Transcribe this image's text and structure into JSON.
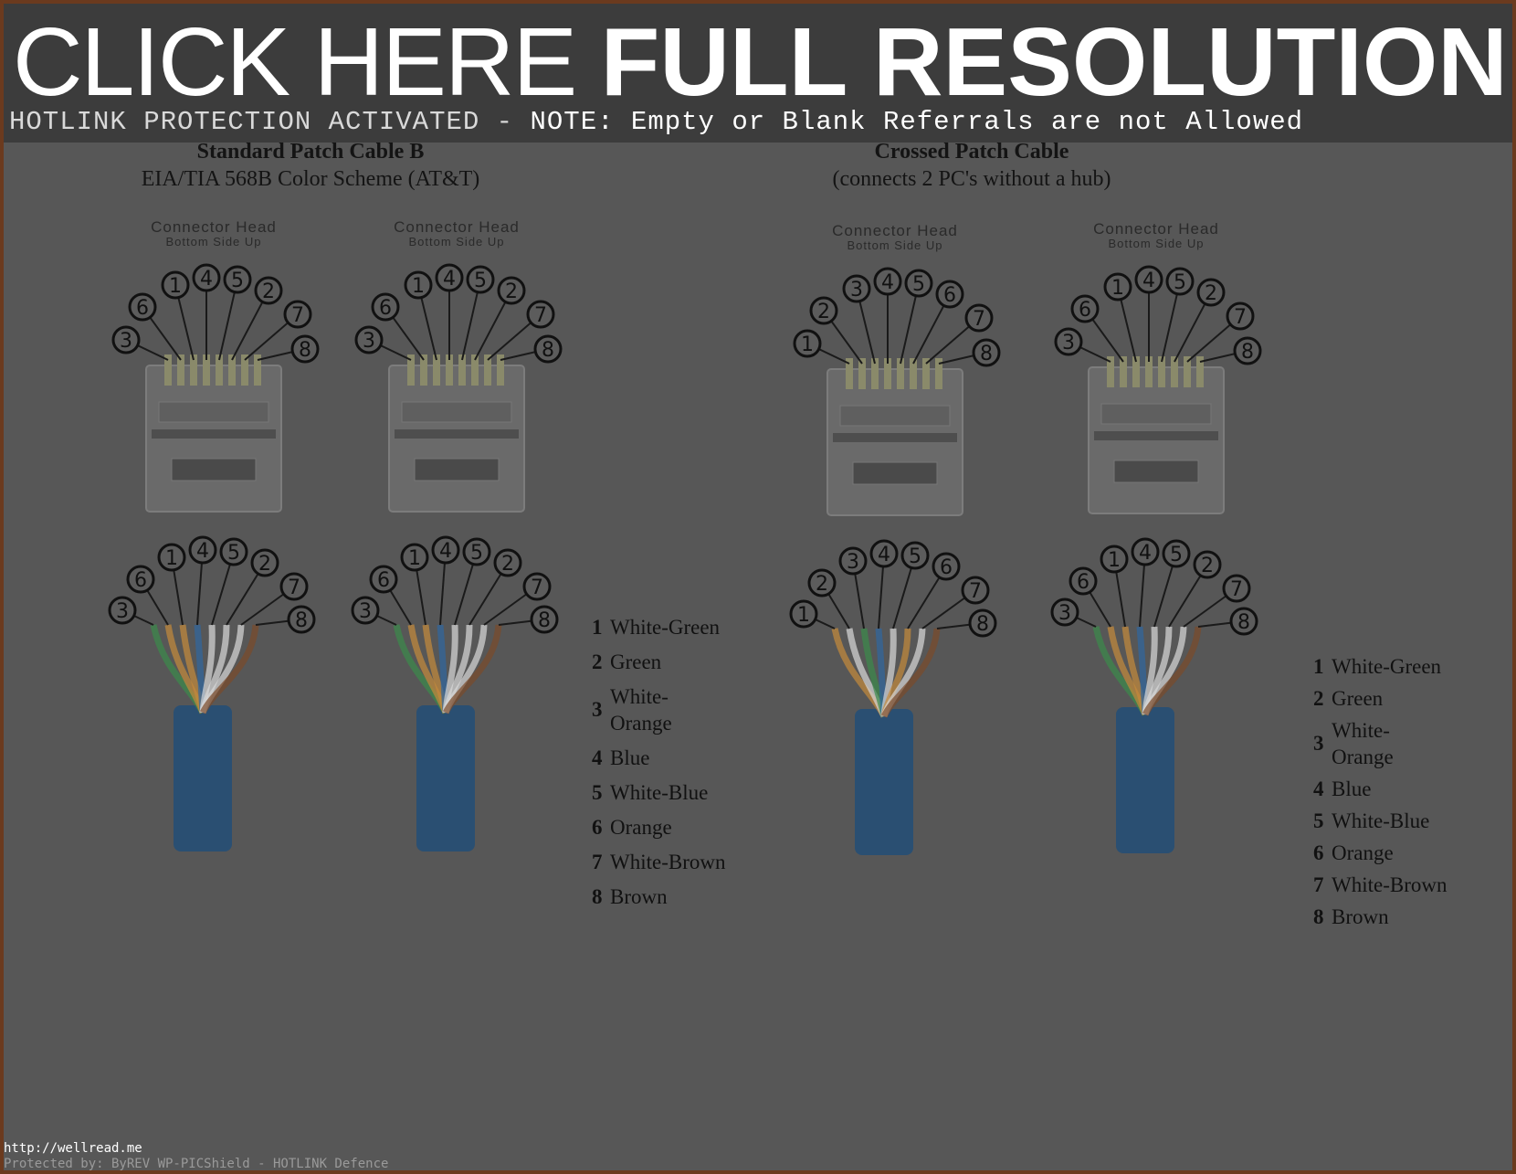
{
  "banner": {
    "title_regular": "CLICK HERE ",
    "title_bold": "FULL RESOLUTION",
    "subtitle_a": "HOTLINK PROTECTION ACTIVATED - ",
    "subtitle_note": "NOTE:",
    "subtitle_b": " Empty or Blank Referrals are not Allowed"
  },
  "left_section": {
    "title": "Standard Patch Cable B",
    "subtitle": "EIA/TIA 568B Color Scheme (AT&T)"
  },
  "right_section": {
    "title": "Crossed Patch Cable",
    "subtitle": "(connects 2 PC's without a hub)"
  },
  "connector": {
    "head_label": "Connector Head",
    "head_sub": "Bottom Side Up",
    "order_standard": [
      "3",
      "6",
      "1",
      "4",
      "5",
      "2",
      "7",
      "8"
    ],
    "order_crossed": [
      "1",
      "2",
      "3",
      "4",
      "5",
      "6",
      "7",
      "8"
    ]
  },
  "legend_left": [
    {
      "num": "1",
      "name": "White-Green"
    },
    {
      "num": "2",
      "name": "Green"
    },
    {
      "num": "3",
      "name": "White-\nOrange"
    },
    {
      "num": "4",
      "name": "Blue"
    },
    {
      "num": "5",
      "name": "White-Blue"
    },
    {
      "num": "6",
      "name": "Orange"
    },
    {
      "num": "7",
      "name": "White-Brown"
    },
    {
      "num": "8",
      "name": "Brown"
    }
  ],
  "legend_right": [
    {
      "num": "1",
      "name": "White-Green"
    },
    {
      "num": "2",
      "name": "Green"
    },
    {
      "num": "3",
      "name": "White-\nOrange"
    },
    {
      "num": "4",
      "name": "Blue"
    },
    {
      "num": "5",
      "name": "White-Blue"
    },
    {
      "num": "6",
      "name": "Orange"
    },
    {
      "num": "7",
      "name": "White-Brown"
    },
    {
      "num": "8",
      "name": "Brown"
    }
  ],
  "footer": {
    "url": "http://wellread.me",
    "protected": "Protected by: ByREV WP-PICShield - HOTLINK Defence"
  },
  "colors": {
    "background": "#575757",
    "banner": "#3c3c3c",
    "border": "#6b3a1e",
    "cable": "#2a4f72"
  }
}
